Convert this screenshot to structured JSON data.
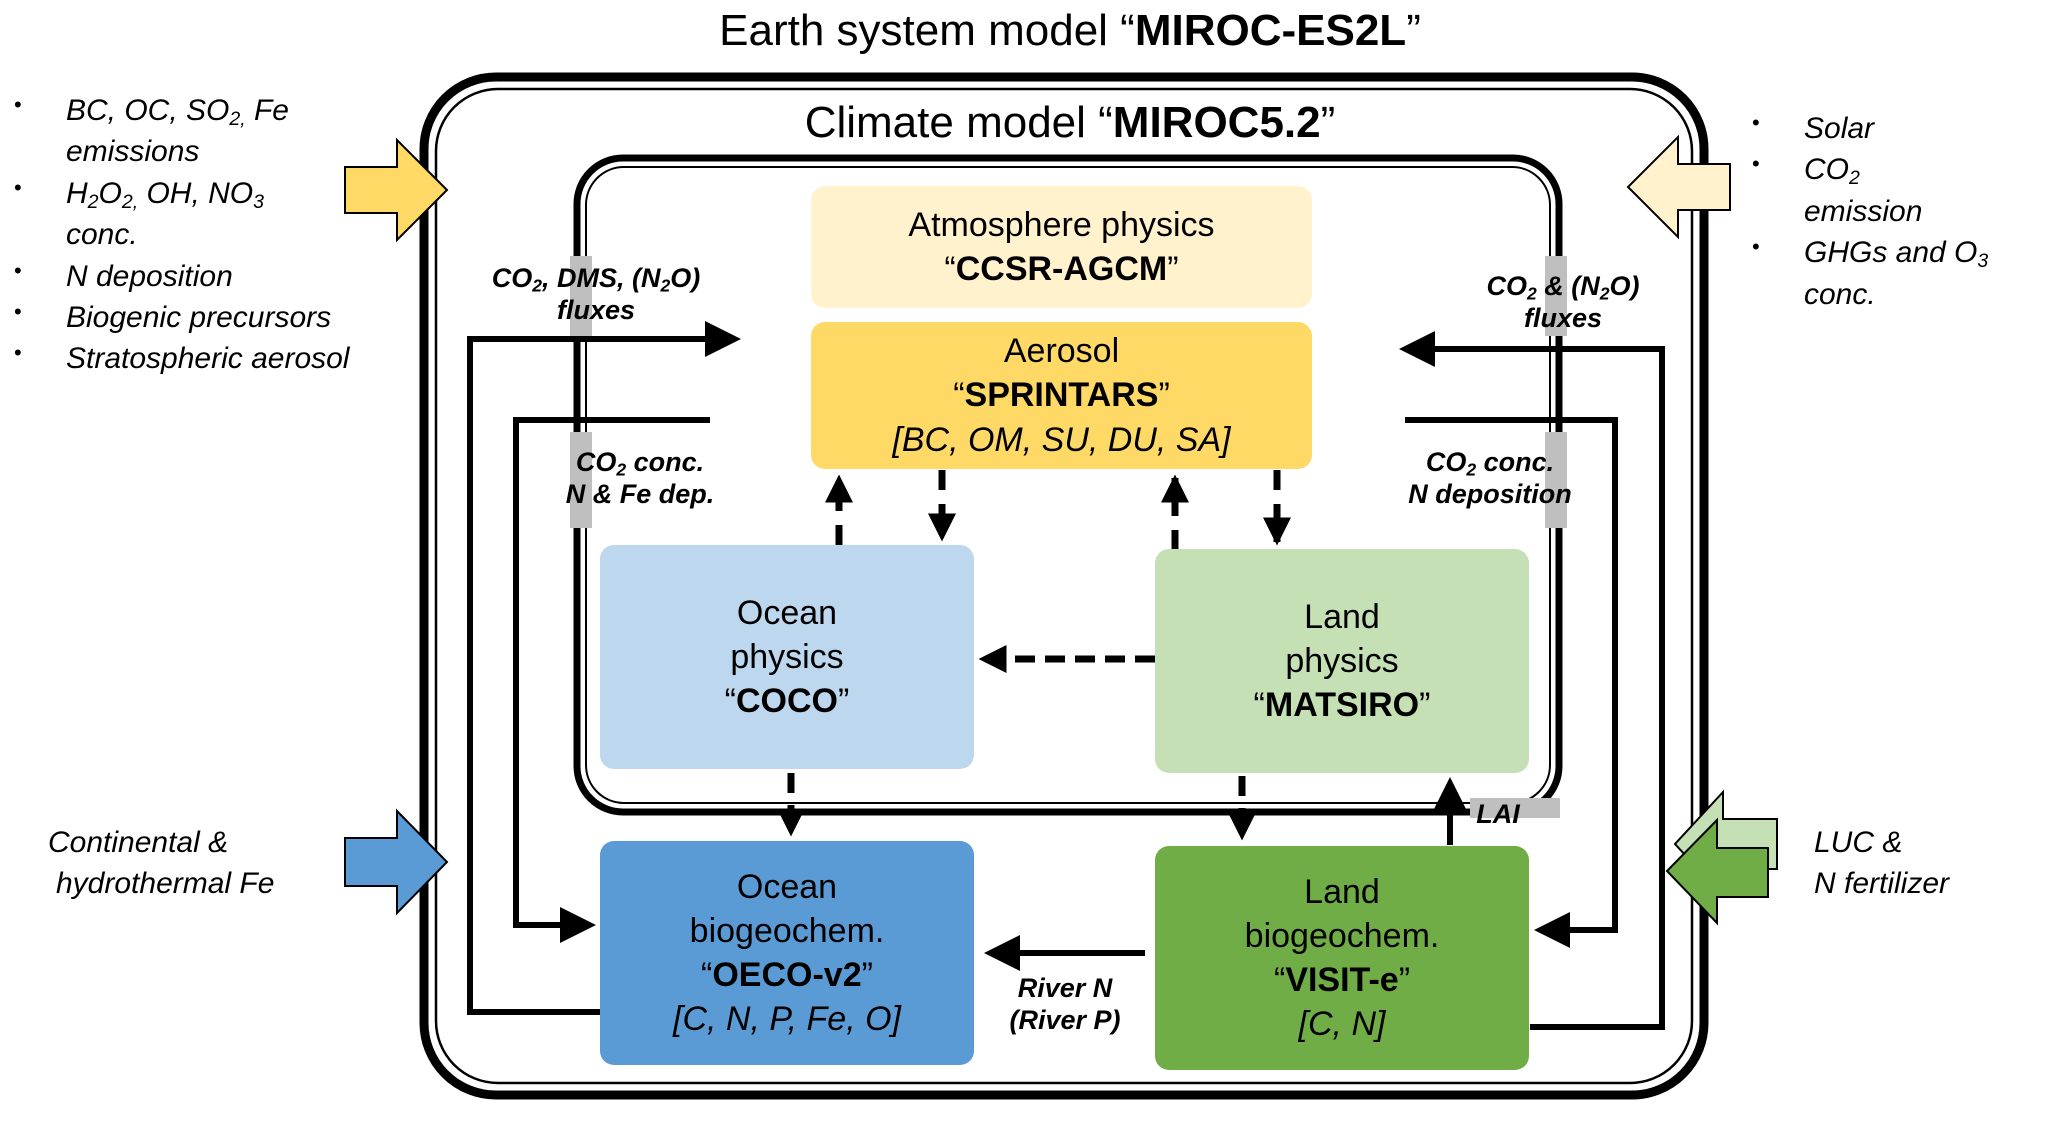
{
  "titles": {
    "esm_prefix": "Earth system model “",
    "esm_name": "MIROC-ES2L",
    "esm_suffix": "”",
    "climate_prefix": "Climate model “",
    "climate_name": "MIROC5.2",
    "climate_suffix": "”"
  },
  "components": {
    "atmosphere": {
      "label": "Atmosphere physics",
      "name": "CCSR-AGCM",
      "color": "#FFF2CC"
    },
    "aerosol": {
      "label": "Aerosol",
      "name": "SPRINTARS",
      "species": "[BC, OM, SU, DU, SA]",
      "color": "#FFD966"
    },
    "ocean_physics": {
      "label1": "Ocean",
      "label2": "physics",
      "name": "COCO",
      "color": "#BDD7EE"
    },
    "land_physics": {
      "label1": "Land",
      "label2": "physics",
      "name": "MATSIRO",
      "color": "#C5E0B4"
    },
    "ocean_bgc": {
      "label1": "Ocean",
      "label2": "biogeochem.",
      "name": "OECO-v2",
      "species": "[C, N, P, Fe, O]",
      "color": "#5B9BD5"
    },
    "land_bgc": {
      "label1": "Land",
      "label2": "biogeochem.",
      "name": "VISIT-e",
      "species": "[C, N]",
      "color": "#70AD47"
    }
  },
  "quote_open": "“",
  "quote_close": "”",
  "left_forcings": {
    "items": [
      {
        "a": "BC, OC, SO",
        "sub": "2,",
        "b": " Fe",
        "line2": "emissions"
      },
      {
        "a": "H",
        "sub1": "2",
        "b": "O",
        "sub2": "2,",
        "c": " OH, NO",
        "sub3": "3",
        "line2": "conc."
      },
      {
        "a": "N deposition"
      },
      {
        "a": "Biogenic precursors"
      },
      {
        "a": "Stratospheric aerosol"
      }
    ],
    "arrow_color": "#FFD966"
  },
  "right_forcings": {
    "items": [
      {
        "a": "Solar"
      },
      {
        "a": "CO",
        "sub": "2",
        "line2": "emission"
      },
      {
        "a": "GHGs and O",
        "sub": "3",
        "line2": "conc."
      }
    ],
    "arrow_color": "#FFF2CC"
  },
  "ocean_iron": {
    "line1": "Continental &",
    "line2": "hydrothermal Fe",
    "arrow_color": "#5B9BD5"
  },
  "land_use": {
    "line1": "LUC &",
    "line2": "N fertilizer",
    "arrow_color": "#70AD47",
    "arrow_color_back": "#C5E0B4"
  },
  "fluxes": {
    "ocean_to_atm": {
      "a": "CO",
      "s1": "2",
      "b": ", DMS, (N",
      "s2": "2",
      "c": "O)",
      "line2": "fluxes"
    },
    "atm_to_ocean": {
      "a": "CO",
      "s1": "2",
      "b": " conc.",
      "line2": "N & Fe dep."
    },
    "land_to_atm": {
      "a": "CO",
      "s1": "2",
      "b": " & (N",
      "s2": "2",
      "c": "O)",
      "line2": "fluxes"
    },
    "atm_to_land": {
      "a": "CO",
      "s1": "2",
      "b": " conc.",
      "line2": "N deposition"
    },
    "lai": "LAI",
    "river_n": "River N",
    "river_p": "(River P)"
  }
}
